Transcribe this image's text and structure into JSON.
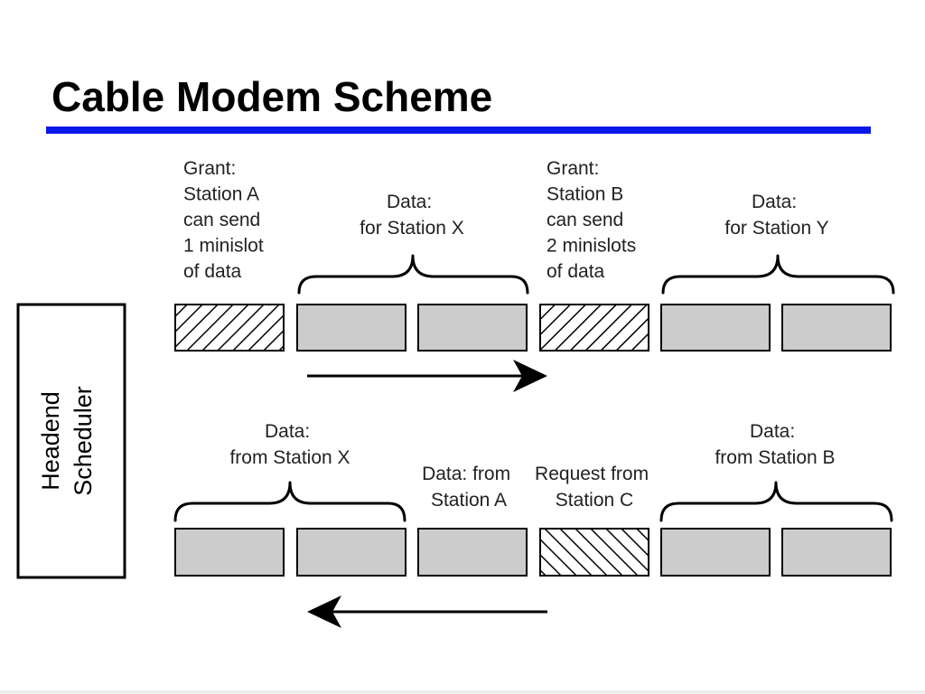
{
  "slide": {
    "title": "Cable Modem Scheme",
    "accent_color": "#0a18e6"
  },
  "scheduler": {
    "line1": "Headend",
    "line2": "Scheduler"
  },
  "downstream": {
    "direction": "right",
    "labels": {
      "grant_a": [
        "Grant:",
        "Station A",
        "can send",
        "1 minislot",
        "of data"
      ],
      "data_x": [
        "Data:",
        "for Station X"
      ],
      "grant_b": [
        "Grant:",
        "Station B",
        "can send",
        "2 minislots",
        "of data"
      ],
      "data_y": [
        "Data:",
        "for Station Y"
      ]
    },
    "slots": [
      "grant",
      "data",
      "data",
      "grant",
      "data",
      "data"
    ]
  },
  "upstream": {
    "direction": "left",
    "labels": {
      "from_x": [
        "Data:",
        "from Station X"
      ],
      "from_a": [
        "Data: from",
        "Station A"
      ],
      "request_c": [
        "Request from",
        "Station C"
      ],
      "from_b": [
        "Data:",
        "from Station B"
      ]
    },
    "slots": [
      "data",
      "data",
      "data",
      "request",
      "data",
      "data"
    ]
  }
}
